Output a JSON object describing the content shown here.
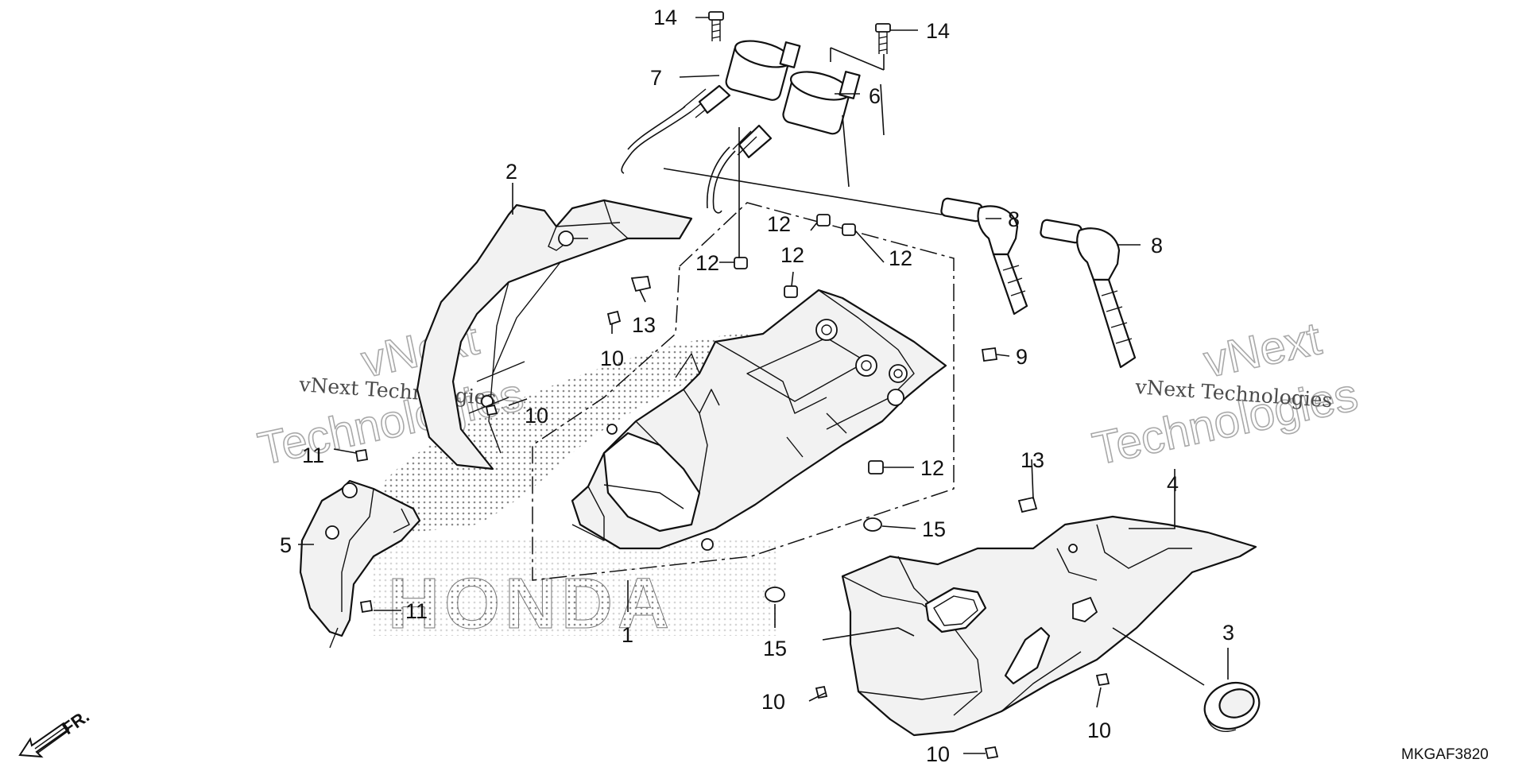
{
  "watermark": {
    "small_text": "vNext Technologies",
    "big_line1": "vNext",
    "big_line2": "Technologies"
  },
  "brand_text": "HONDA",
  "diagram_code": "MKGAF3820",
  "front_indicator": "FR.",
  "callouts": {
    "c1": "1",
    "c2": "2",
    "c3": "3",
    "c4": "4",
    "c5": "5",
    "c6": "6",
    "c7": "7",
    "c8a": "8",
    "c8b": "8",
    "c9": "9",
    "c10a": "10",
    "c10b": "10",
    "c10c": "10",
    "c10d": "10",
    "c10e": "10",
    "c11a": "11",
    "c11b": "11",
    "c12a": "12",
    "c12b": "12",
    "c12c": "12",
    "c12d": "12",
    "c12e": "12",
    "c13a": "13",
    "c13b": "13",
    "c14a": "14",
    "c14b": "14",
    "c15a": "15",
    "c15b": "15"
  }
}
